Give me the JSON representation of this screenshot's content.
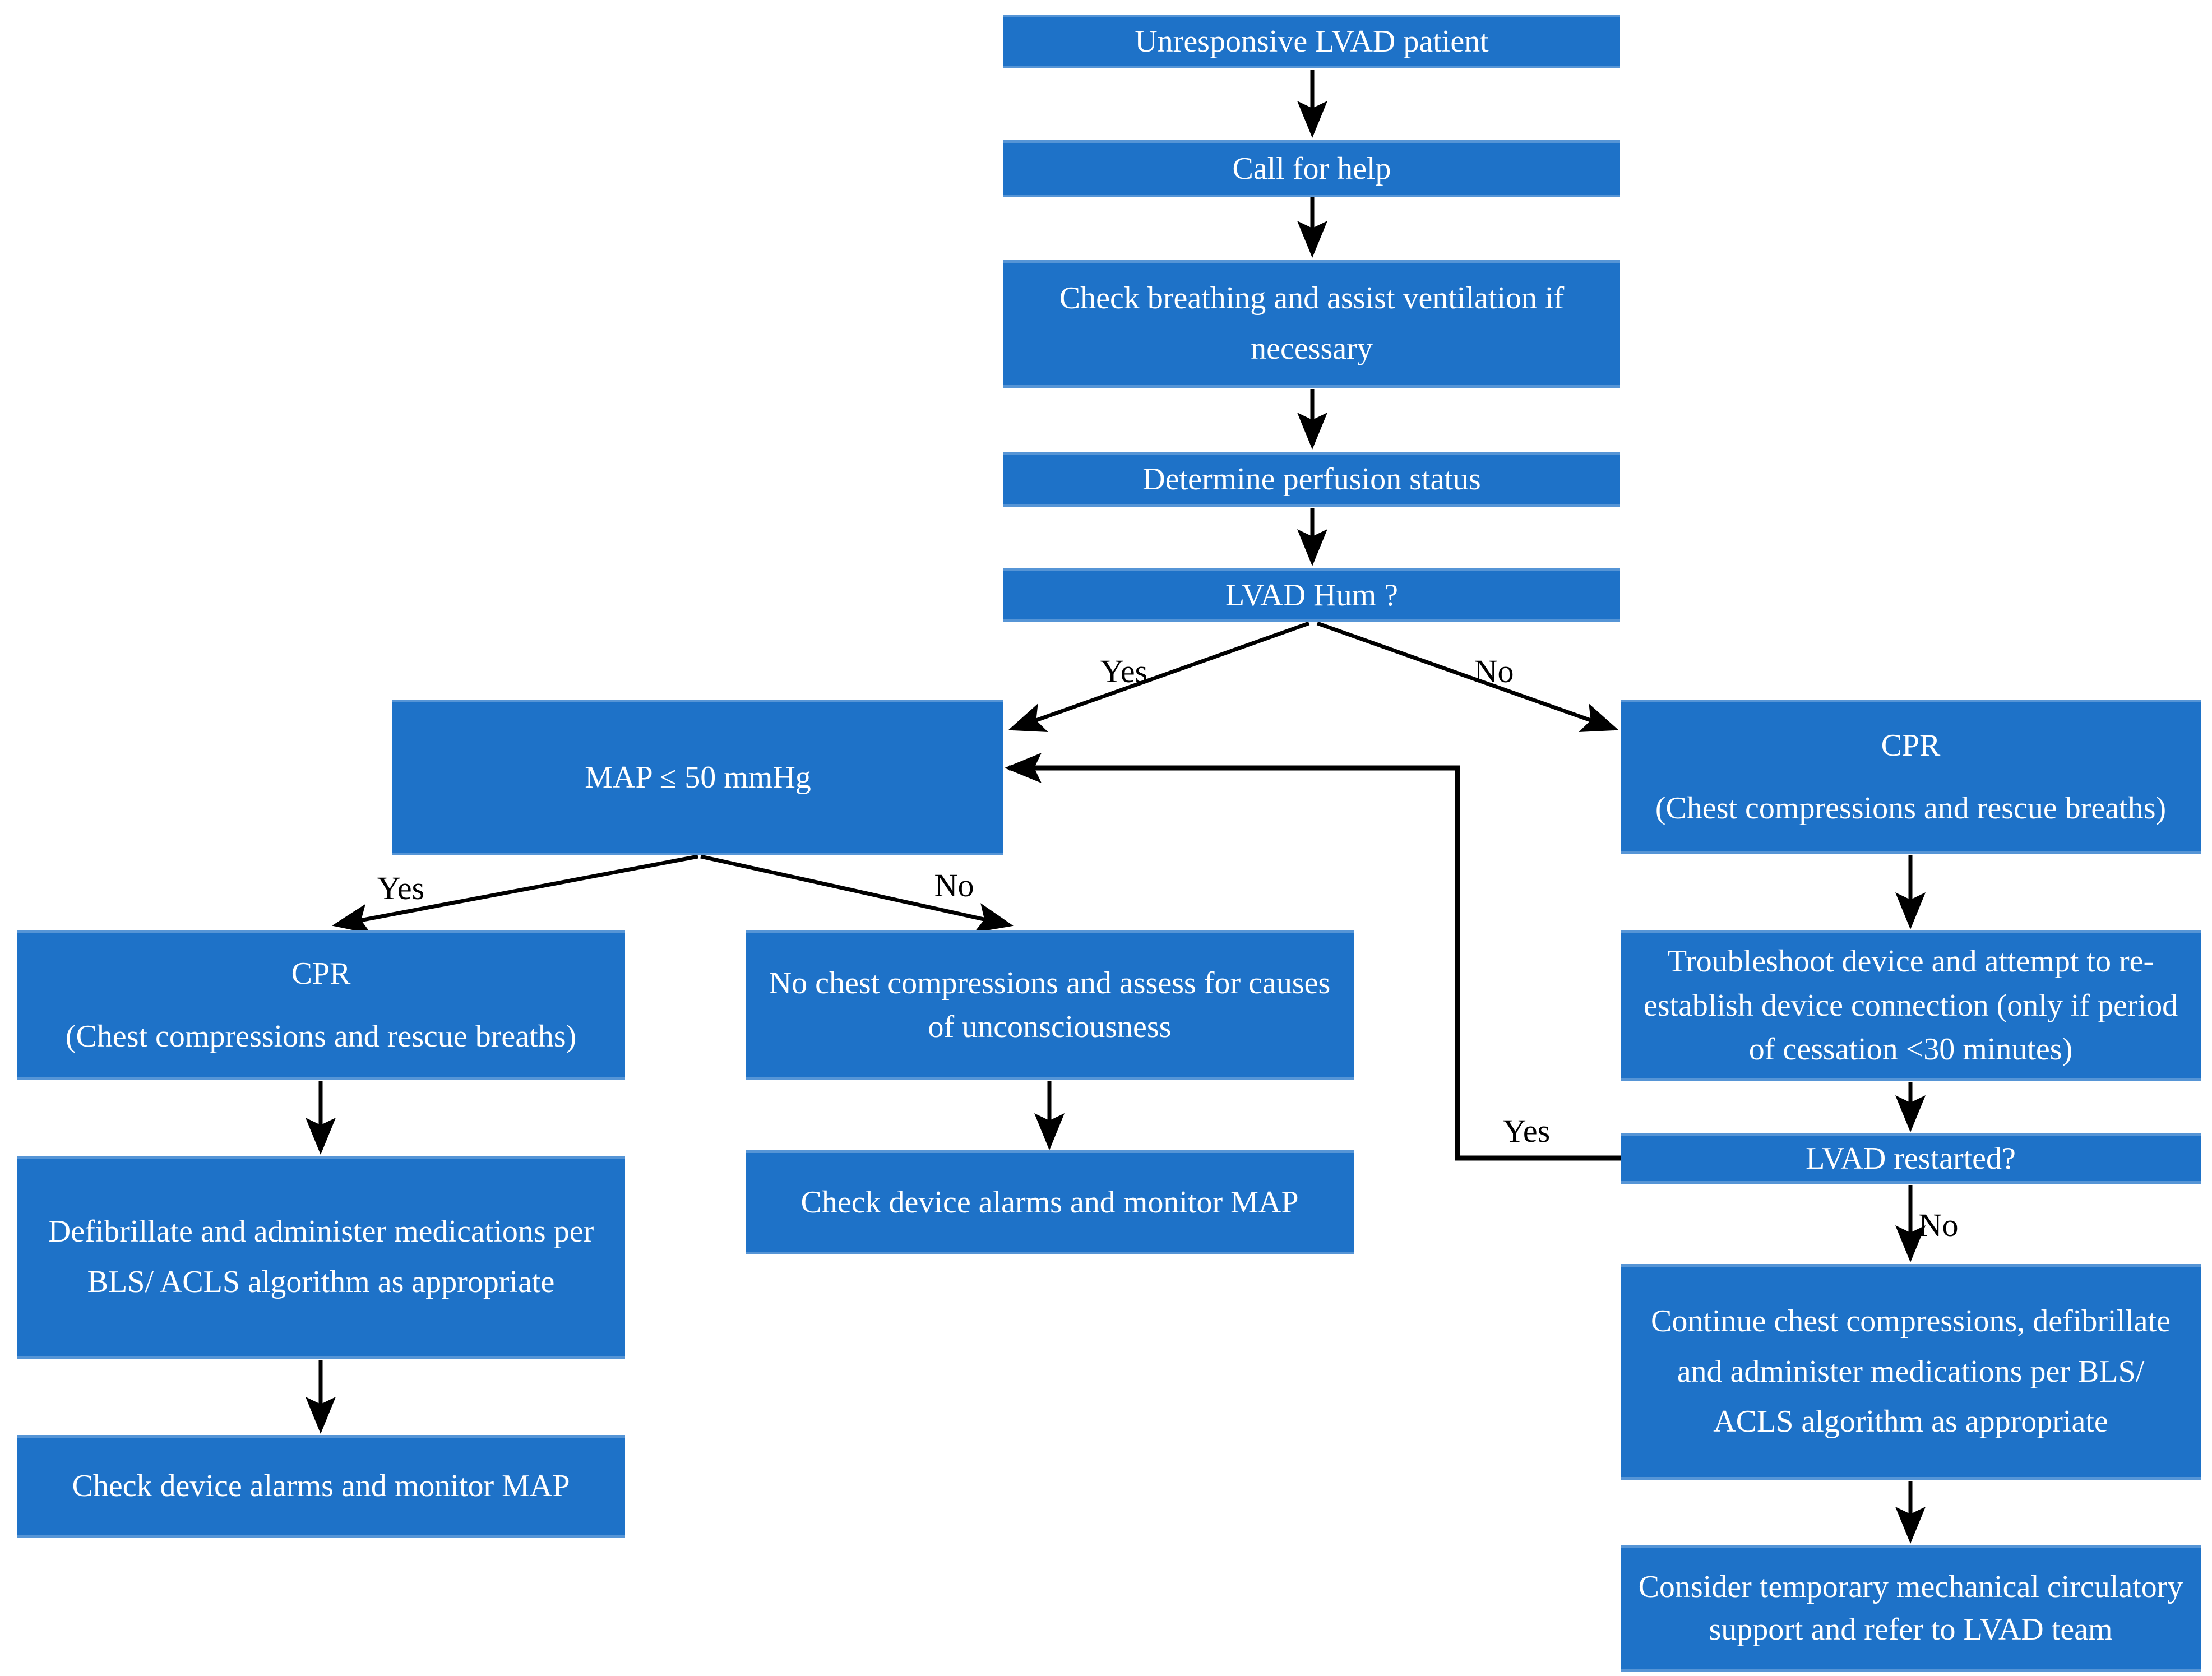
{
  "diagram": {
    "colors": {
      "node_fill": "#1e72c8",
      "node_text": "#ffffff",
      "arrow_color": "#000000",
      "background": "#ffffff"
    },
    "nodes": {
      "unresponsive": {
        "label": "Unresponsive LVAD patient"
      },
      "call_help": {
        "label": "Call for help"
      },
      "check_breathing": {
        "label": "Check breathing and assist ventilation if necessary"
      },
      "perfusion": {
        "label": "Determine perfusion status"
      },
      "lvad_hum": {
        "label": "LVAD Hum ?"
      },
      "map50": {
        "label": "MAP ≤ 50 mmHg"
      },
      "cpr_left": {
        "title": "CPR",
        "subtitle": "(Chest compressions and rescue breaths)"
      },
      "no_compressions": {
        "label": "No chest compressions and assess for causes of unconsciousness"
      },
      "defibrillate": {
        "label": "Defibrillate and administer medications per BLS/ ACLS algorithm as appropriate"
      },
      "alarms_left": {
        "label": "Check device alarms and monitor MAP"
      },
      "alarms_mid": {
        "label": "Check device alarms and monitor MAP"
      },
      "cpr_right": {
        "title": "CPR",
        "subtitle": "(Chest compressions and rescue breaths)"
      },
      "troubleshoot": {
        "label": "Troubleshoot device and attempt to re-establish device connection (only if period of cessation <30 minutes)"
      },
      "lvad_restarted": {
        "label": "LVAD restarted?"
      },
      "continue_cc": {
        "label": "Continue chest compressions, defibrillate and administer medications per BLS/ ACLS algorithm as appropriate"
      },
      "consider_mcs": {
        "label": "Consider temporary mechanical circulatory support and refer to LVAD team"
      }
    },
    "edge_labels": {
      "hum_yes": "Yes",
      "hum_no": "No",
      "map_yes": "Yes",
      "map_no": "No",
      "restart_yes": "Yes",
      "restart_no": "No"
    }
  }
}
